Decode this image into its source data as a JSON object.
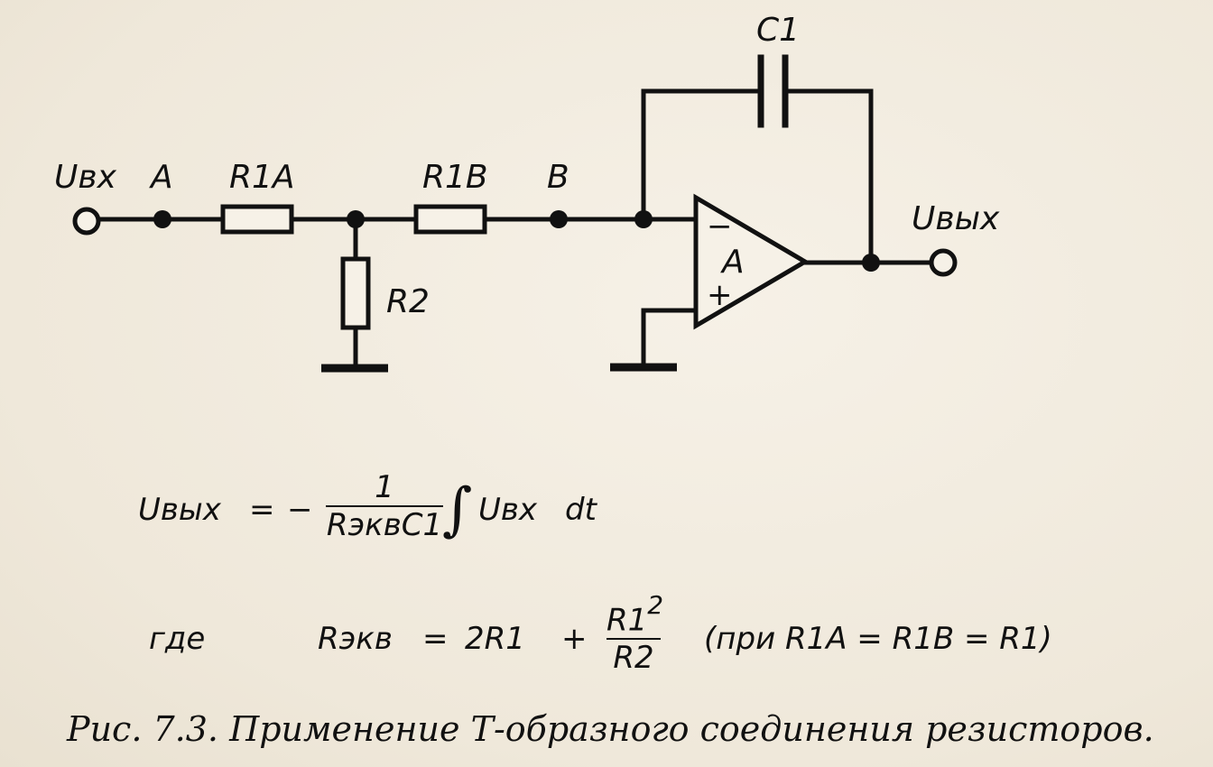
{
  "labels": {
    "u_in": "Uвх",
    "node_a": "A",
    "r1a": "R1A",
    "r1b": "R1B",
    "node_b": "B",
    "r2": "R2",
    "c1": "C1",
    "u_out": "Uвых",
    "amp": "A",
    "minus": "−",
    "plus": "+"
  },
  "formula1": {
    "lhs": "Uвых",
    "equals": "=",
    "minus": "−",
    "numerator": "1",
    "denominator": "RэквC1",
    "integral": "∫",
    "integrand": "Uвх",
    "dt": "dt"
  },
  "formula2": {
    "where": "где",
    "lhs": "Rэкв",
    "equals": "=",
    "term1": "2R1",
    "plus": "+",
    "numerator": "R1",
    "exponent": "2",
    "denominator": "R2",
    "condition": "(при R1A = R1B = R1)"
  },
  "caption": "Рис. 7.3. Применение Т-образного соединения резисторов."
}
